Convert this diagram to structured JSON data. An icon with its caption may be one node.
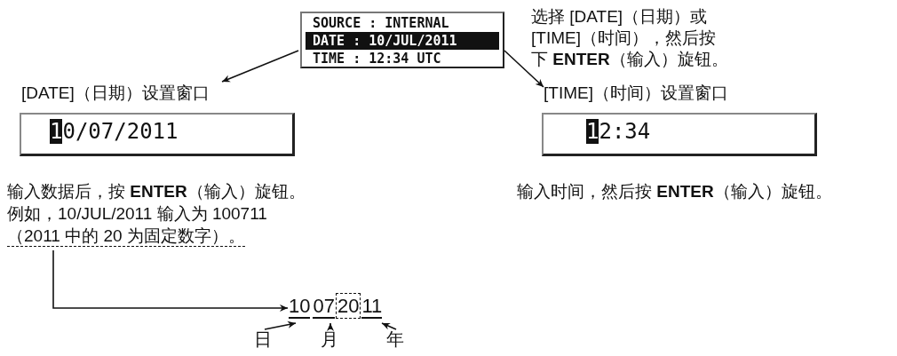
{
  "diagram": {
    "nodes": [
      {
        "text": [
          "SOURCE : INTERNAL",
          "DATE : 10/JUL/2011",
          "TIME : 12:34 UTC"
        ]
      },
      {
        "text": [
          "[DATE]（日期）设置窗口",
          "10/07/2011"
        ],
        "beside": [
          "输入数据后，按 **ENTER**（输入）旋钮。",
          "例如，10/JUL/2011 输入为 100711"
        ]
      },
      {
        "text": [
          "[TIME]（时间）设置窗口",
          "12:34"
        ],
        "beside": [
          "输入时间，然后按 **ENTER**（输入）旋钮。"
        ]
      },
      {
        "text": [
          "（2011 中的 20 为固定数字）。"
        ]
      },
      {
        "text": [
          "10072011"
        ]
      },
      {
        "text": [
          "日"
        ]
      },
      {
        "text": [
          "月"
        ]
      },
      {
        "text": [
          "年"
        ]
      }
    ],
    "edges": [
      {
        "from": 0,
        "to": 1,
        "arrow": "to"
      },
      {
        "from": 0,
        "to": 2,
        "arrow": "to"
      },
      {
        "from": 3,
        "to": 4,
        "arrow": "to"
      },
      {
        "from": 5,
        "to": 4,
        "arrow": "to"
      },
      {
        "from": 6,
        "to": 4,
        "arrow": "to"
      },
      {
        "from": 7,
        "to": 4,
        "arrow": "to"
      }
    ],
    "labels": [
      "选择 [DATE]（日期）或[TIME]（时间），然后按下 **ENTER**（输入）旋钮。"
    ]
  }
}
